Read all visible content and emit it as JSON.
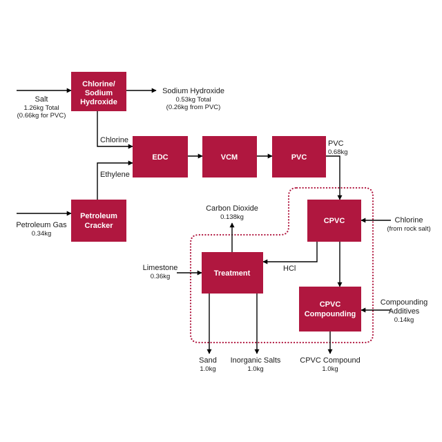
{
  "colors": {
    "box": "#b0173f",
    "line": "#000000",
    "boundary": "#b0173f"
  },
  "boxes": {
    "chlor_alkali": [
      "Chlorine/",
      "Sodium",
      "Hydroxide"
    ],
    "edc": [
      "EDC"
    ],
    "vcm": [
      "VCM"
    ],
    "pvc": [
      "PVC"
    ],
    "cracker": [
      "Petroleum",
      "Cracker"
    ],
    "cpvc": [
      "CPVC"
    ],
    "treatment": [
      "Treatment"
    ],
    "compounding": [
      "CPVC",
      "Compounding"
    ]
  },
  "labels": {
    "salt": {
      "name": "Salt",
      "amount": "1.26kg Total",
      "note": "(0.66kg for PVC)"
    },
    "sodium_hydroxide": {
      "name": "Sodium Hydroxide",
      "amount": "0.53kg Total",
      "note": "(0.26kg from PVC)"
    },
    "chlorine": "Chlorine",
    "ethylene": "Ethylene",
    "pvc_out": {
      "name": "PVC",
      "amount": "0.68kg"
    },
    "petroleum_gas": {
      "name": "Petroleum Gas",
      "amount": "0.34kg"
    },
    "carbon_dioxide": {
      "name": "Carbon Dioxide",
      "amount": "0.138kg"
    },
    "chlorine_rock": {
      "name": "Chlorine",
      "note": "(from rock salt)"
    },
    "limestone": {
      "name": "Limestone",
      "amount": "0.36kg"
    },
    "hcl": "HCl",
    "additives": {
      "name1": "Compounding",
      "name2": "Additives",
      "amount": "0.14kg"
    },
    "sand": {
      "name": "Sand",
      "amount": "1.0kg"
    },
    "inorganic_salts": {
      "name": "Inorganic Salts",
      "amount": "1.0kg"
    },
    "cpvc_compound": {
      "name": "CPVC Compound",
      "amount": "1.0kg"
    }
  }
}
